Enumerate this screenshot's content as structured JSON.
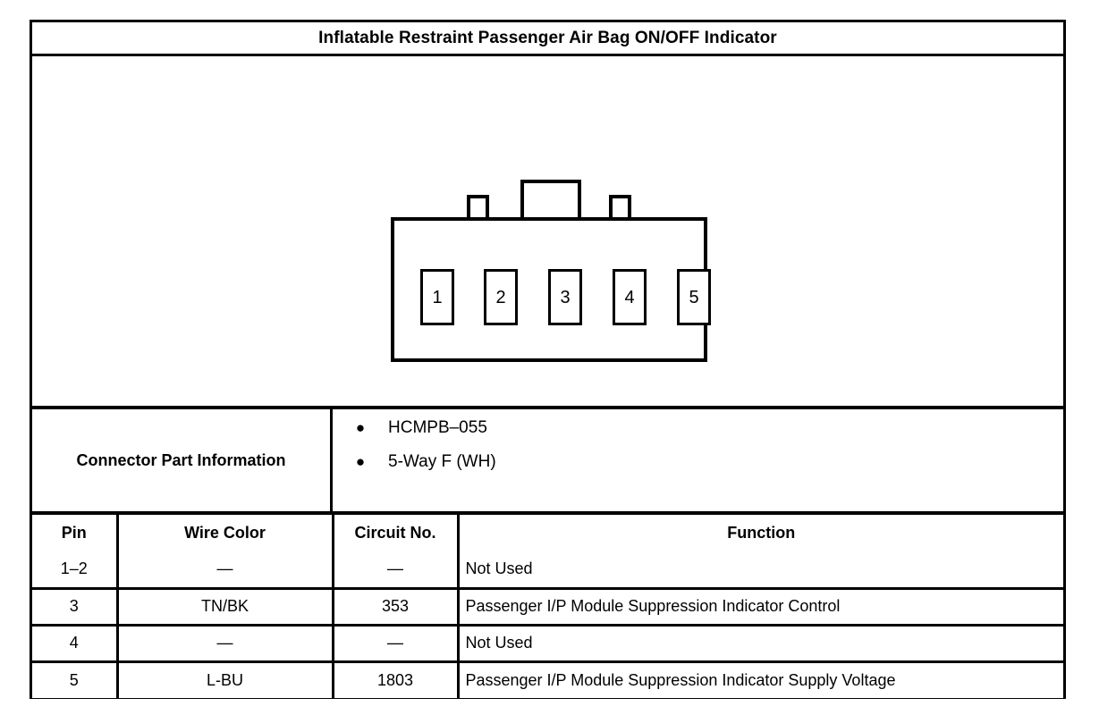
{
  "title": "Inflatable Restraint Passenger Air Bag ON/OFF Indicator",
  "connector_diagram": {
    "name": "5-way female connector face view",
    "cavities": [
      {
        "label": "1"
      },
      {
        "label": "2"
      },
      {
        "label": "3"
      },
      {
        "label": "4"
      },
      {
        "label": "5"
      }
    ],
    "tabs": [
      "small-left-tab",
      "large-center-tab",
      "small-right-tab"
    ]
  },
  "connector_part_information": {
    "label": "Connector Part Information",
    "bullet": "●",
    "items": [
      "HCMPB–055",
      "5-Way F (WH)"
    ]
  },
  "pin_table": {
    "headers": [
      "Pin",
      "Wire Color",
      "Circuit No.",
      "Function"
    ],
    "rows": [
      {
        "pin": "1–2",
        "wire_color": "—",
        "circuit_no": "—",
        "function": "Not Used"
      },
      {
        "pin": "3",
        "wire_color": "TN/BK",
        "circuit_no": "353",
        "function": "Passenger I/P Module Suppression Indicator Control"
      },
      {
        "pin": "4",
        "wire_color": "—",
        "circuit_no": "—",
        "function": "Not Used"
      },
      {
        "pin": "5",
        "wire_color": "L-BU",
        "circuit_no": "1803",
        "function": "Passenger I/P Module Suppression Indicator Supply Voltage"
      }
    ]
  },
  "colors": {
    "ink": "#000000",
    "paper": "#ffffff"
  }
}
